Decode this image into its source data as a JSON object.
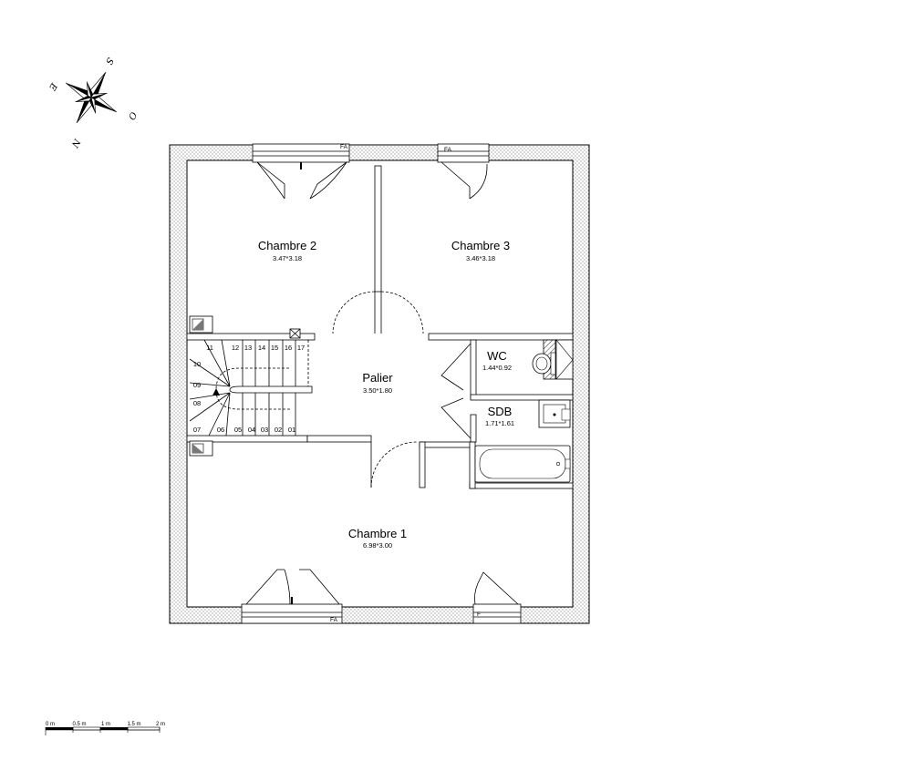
{
  "compass": {
    "north": "N",
    "south": "S",
    "east": "E",
    "west": "O"
  },
  "rooms": {
    "chambre2": {
      "name": "Chambre 2",
      "dims": "3.47*3.18"
    },
    "chambre3": {
      "name": "Chambre 3",
      "dims": "3.46*3.18"
    },
    "palier": {
      "name": "Palier",
      "dims": "3.50*1.80"
    },
    "wc": {
      "name": "WC",
      "dims": "1.44*0.92"
    },
    "sdb": {
      "name": "SDB",
      "dims": "1.71*1.61"
    },
    "chambre1": {
      "name": "Chambre 1",
      "dims": "6.98*3.00"
    }
  },
  "window_tags": {
    "top_left": "FA",
    "top_right": "FA",
    "bottom_left": "FA",
    "bottom_right": "F"
  },
  "stairs": {
    "steps_top": [
      "11",
      "12",
      "13",
      "14",
      "15",
      "16",
      "17"
    ],
    "steps_left": [
      "10",
      "09",
      "08"
    ],
    "steps_bottom": [
      "07",
      "06",
      "05",
      "04",
      "03",
      "02",
      "01"
    ]
  },
  "scale_bar": {
    "labels": [
      "0 m",
      "0.5 m",
      "1 m",
      "1.5 m",
      "2 m"
    ]
  }
}
